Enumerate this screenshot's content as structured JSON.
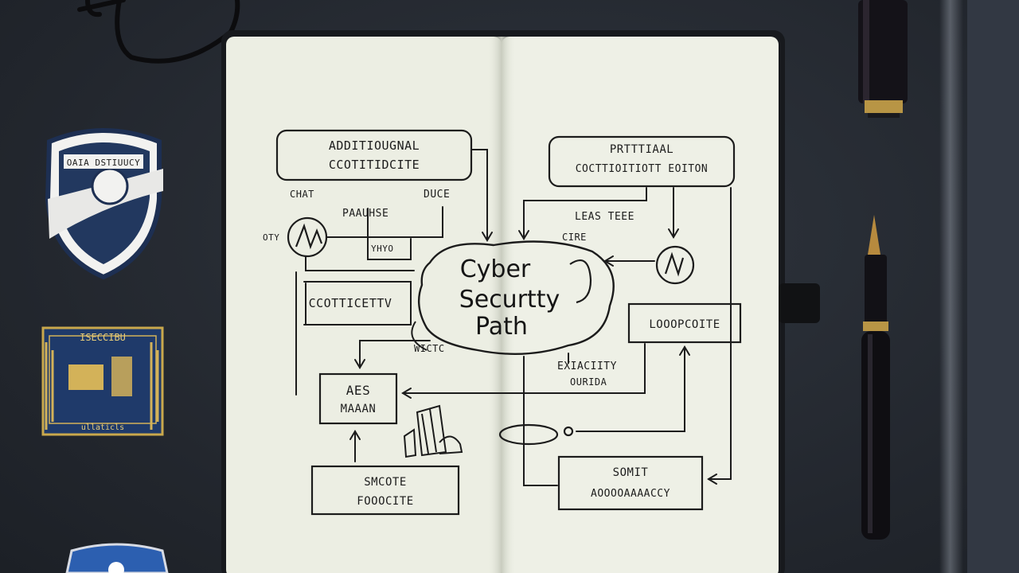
{
  "scene": {
    "notebook": {
      "center_title": [
        "Cyber",
        "Securtty",
        "Path"
      ],
      "boxes": [
        {
          "id": "top-left",
          "lines": [
            "ADDITIOUGNAL",
            "CCOTITIDCITE"
          ]
        },
        {
          "id": "top-right",
          "lines": [
            "PRTTTIAAL",
            "COCTTIOITIOTT EOITON"
          ]
        },
        {
          "id": "mid-left",
          "lines": [
            "CCOTTICETTV"
          ]
        },
        {
          "id": "mid-right",
          "lines": [
            "LOOOPCOITE"
          ]
        },
        {
          "id": "aes",
          "lines": [
            "AES",
            "MAAAN"
          ]
        },
        {
          "id": "bottom-left",
          "lines": [
            "SMCOTE",
            "FOOOCITE"
          ]
        },
        {
          "id": "bottom-right",
          "lines": [
            "SOMIT",
            "AOOOOAAAACCY"
          ]
        }
      ],
      "annotations": [
        "CHAT",
        "DUCE",
        "PAAUHSE",
        "OTY",
        "YHYO",
        "LEAS TEEE",
        "CIRE",
        "WICTC",
        "EXIACIITY",
        "OURIDA"
      ]
    },
    "badges": {
      "shield_text": "OAIA DSTIUUCY",
      "chip_text": "ISECCIBU",
      "chip_footer": "ullaticls"
    }
  }
}
